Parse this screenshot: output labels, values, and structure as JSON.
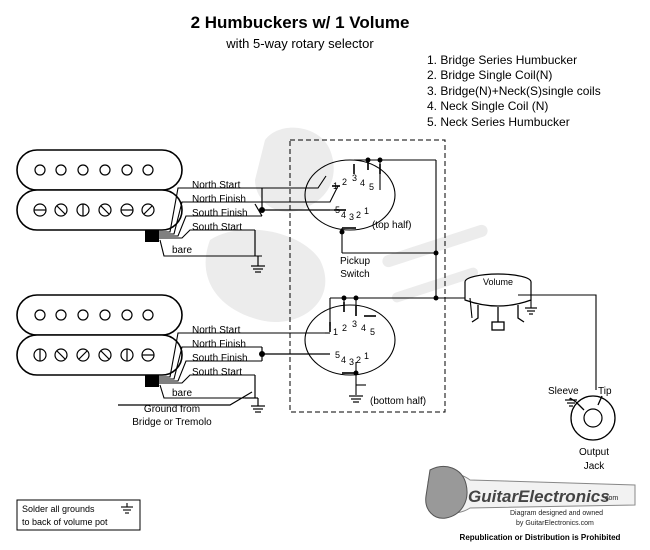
{
  "header": {
    "title": "2 Humbuckers w/ 1 Volume",
    "subtitle": "with 5-way rotary selector"
  },
  "positions": [
    "1. Bridge Series Humbucker",
    "2. Bridge Single Coil(N)",
    "3. Bridge(N)+Neck(S)single coils",
    "4. Neck Single Coil (N)",
    "5. Neck Series Humbucker"
  ],
  "neck_pickup": {
    "wires": [
      "North Start",
      "North Finish",
      "South Finish",
      "South Start"
    ],
    "bare": "bare"
  },
  "bridge_pickup": {
    "wires": [
      "North Start",
      "North Finish",
      "South Finish",
      "South Start"
    ],
    "bare": "bare"
  },
  "switch": {
    "label_line1": "Pickup",
    "label_line2": "Switch",
    "top_half": "(top half)",
    "bottom_half": "(bottom half)",
    "numbers": [
      "1",
      "2",
      "3",
      "4",
      "5"
    ]
  },
  "ground_note": {
    "line1": "Ground from",
    "line2": "Bridge or Tremolo"
  },
  "volume": {
    "label": "Volume"
  },
  "jack": {
    "sleeve": "Sleeve",
    "tip": "Tip",
    "label_line1": "Output",
    "label_line2": "Jack"
  },
  "solder_note": {
    "line1": "Solder all grounds",
    "line2": "to back of volume pot"
  },
  "logo": {
    "brand": "GuitarElectronics",
    "suffix": ".com",
    "line1": "Diagram designed and owned",
    "line2": "by GuitarElectronics.com",
    "line3": "Republication or Distribution is Prohibited"
  },
  "colors": {
    "ink": "#000000",
    "watermark": "#e6e6e6"
  }
}
